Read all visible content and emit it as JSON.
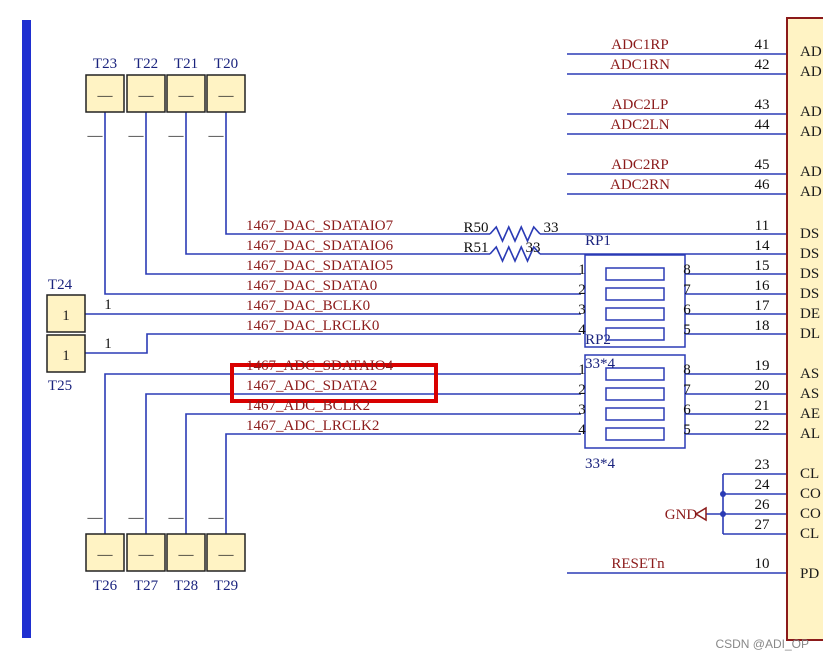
{
  "testpoints_top": [
    "T23",
    "T22",
    "T21",
    "T20"
  ],
  "testpoints_bottom": [
    "T26",
    "T27",
    "T28",
    "T29"
  ],
  "testpoints_left": [
    {
      "label": "T24",
      "value": "1"
    },
    {
      "label": "T25",
      "value": "1"
    }
  ],
  "dash_glyph": "—",
  "pin_one": "1",
  "dac_nets": [
    {
      "name": "1467_DAC_SDATAIO7",
      "pin": "11"
    },
    {
      "name": "1467_DAC_SDATAIO6",
      "pin": "14"
    },
    {
      "name": "1467_DAC_SDATAIO5",
      "pin": "15"
    },
    {
      "name": "1467_DAC_SDATA0",
      "pin": "16"
    },
    {
      "name": "1467_DAC_BCLK0",
      "pin": "17"
    },
    {
      "name": "1467_DAC_LRCLK0",
      "pin": "18"
    }
  ],
  "adc_nets": [
    {
      "name": "1467_ADC_SDATAIO4",
      "pin": "19"
    },
    {
      "name": "1467_ADC_SDATA2",
      "pin": "20"
    },
    {
      "name": "1467_ADC_BCLK2",
      "pin": "21"
    },
    {
      "name": "1467_ADC_LRCLK2",
      "pin": "22"
    }
  ],
  "adc_inputs": [
    {
      "name": "ADC1RP",
      "pin": "41"
    },
    {
      "name": "ADC1RN",
      "pin": "42"
    },
    {
      "name": "ADC2LP",
      "pin": "43"
    },
    {
      "name": "ADC2LN",
      "pin": "44"
    },
    {
      "name": "ADC2RP",
      "pin": "45"
    },
    {
      "name": "ADC2RN",
      "pin": "46"
    }
  ],
  "resistors": [
    {
      "ref": "R50",
      "value": "33"
    },
    {
      "ref": "R51",
      "value": "33"
    }
  ],
  "rp1": {
    "ref": "RP1",
    "value": "33*4",
    "left_pins": [
      "1",
      "2",
      "3",
      "4"
    ],
    "right_pins": [
      "8",
      "7",
      "6",
      "5"
    ]
  },
  "rp2": {
    "ref": "RP2",
    "value": "33*4",
    "left_pins": [
      "1",
      "2",
      "3",
      "4"
    ],
    "right_pins": [
      "8",
      "7",
      "6",
      "5"
    ]
  },
  "gnd": {
    "label": "GND",
    "pins": [
      "23",
      "24",
      "26",
      "27"
    ]
  },
  "reset": {
    "name": "RESETn",
    "pin": "10"
  },
  "ic_pin_labels": [
    "AD",
    "AD",
    "AD",
    "AD",
    "AD",
    "AD",
    "DS",
    "DS",
    "DS",
    "DS",
    "DE",
    "DL",
    "AS",
    "AS",
    "AE",
    "AL",
    "CL",
    "CO",
    "CO",
    "CL",
    "PD"
  ],
  "highlighted_net": "1467_ADC_SDATA2",
  "watermark": "CSDN @ADI_OP",
  "colors": {
    "wire": "#2b3bb5",
    "net_text": "#8b1a1a",
    "ic_fill": "#fff3c4",
    "ic_border": "#8b1a1a",
    "highlight": "#d90000",
    "rail": "#1f2fd0",
    "tp_fill": "#fff3c4"
  }
}
